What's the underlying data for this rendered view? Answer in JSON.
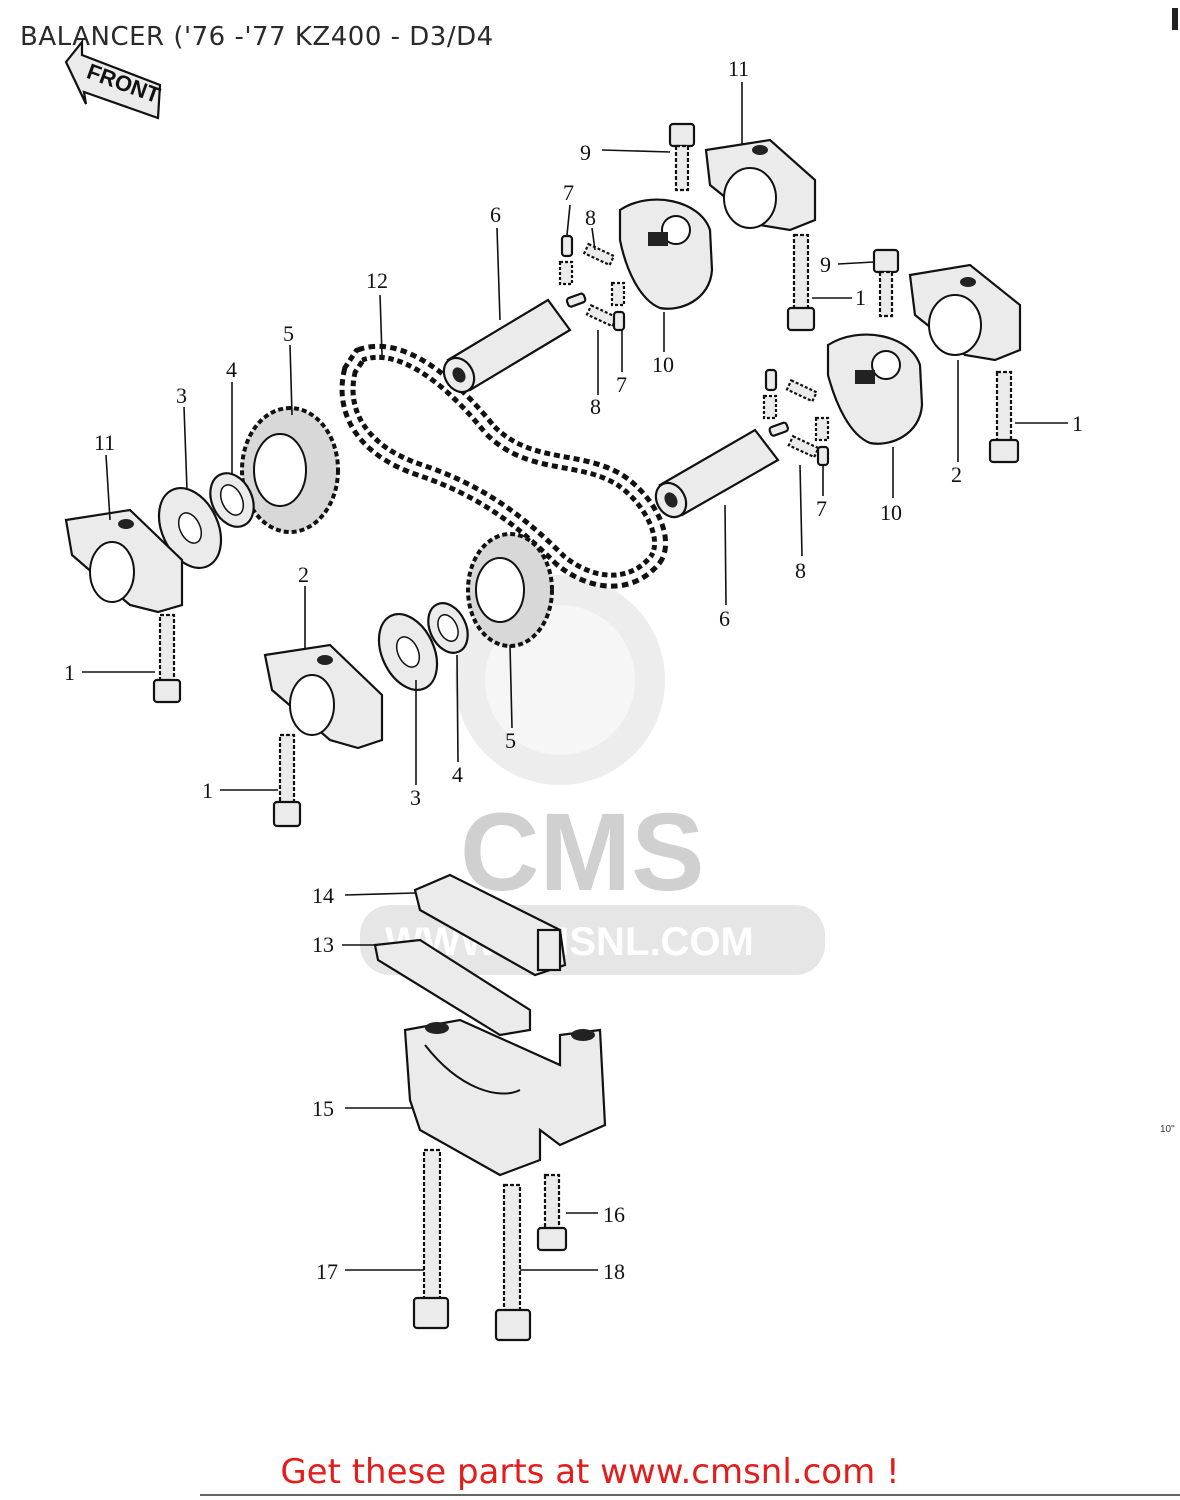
{
  "title": "BALANCER ('76 -'77 KZ400 - D3/D4",
  "front_label": "FRONT",
  "watermark": {
    "brand": "CMS",
    "site": "WWW.CMSNL.COM"
  },
  "callouts": {
    "c1a": "1",
    "c1b": "1",
    "c1c": "1",
    "c1d": "1",
    "c2a": "2",
    "c2b": "2",
    "c3a": "3",
    "c3b": "3",
    "c4a": "4",
    "c4b": "4",
    "c5a": "5",
    "c5b": "5",
    "c6a": "6",
    "c6b": "6",
    "c7a": "7",
    "c7b": "7",
    "c7c": "7",
    "c8a": "8",
    "c8b": "8",
    "c8c": "8",
    "c9a": "9",
    "c9b": "9",
    "c10a": "10",
    "c10b": "10",
    "c11a": "11",
    "c11b": "11",
    "c12": "12",
    "c13": "13",
    "c14": "14",
    "c15": "15",
    "c16": "16",
    "c17": "17",
    "c18": "18"
  },
  "side_code": "10\"",
  "footer": "Get these parts at www.cmsnl.com !"
}
